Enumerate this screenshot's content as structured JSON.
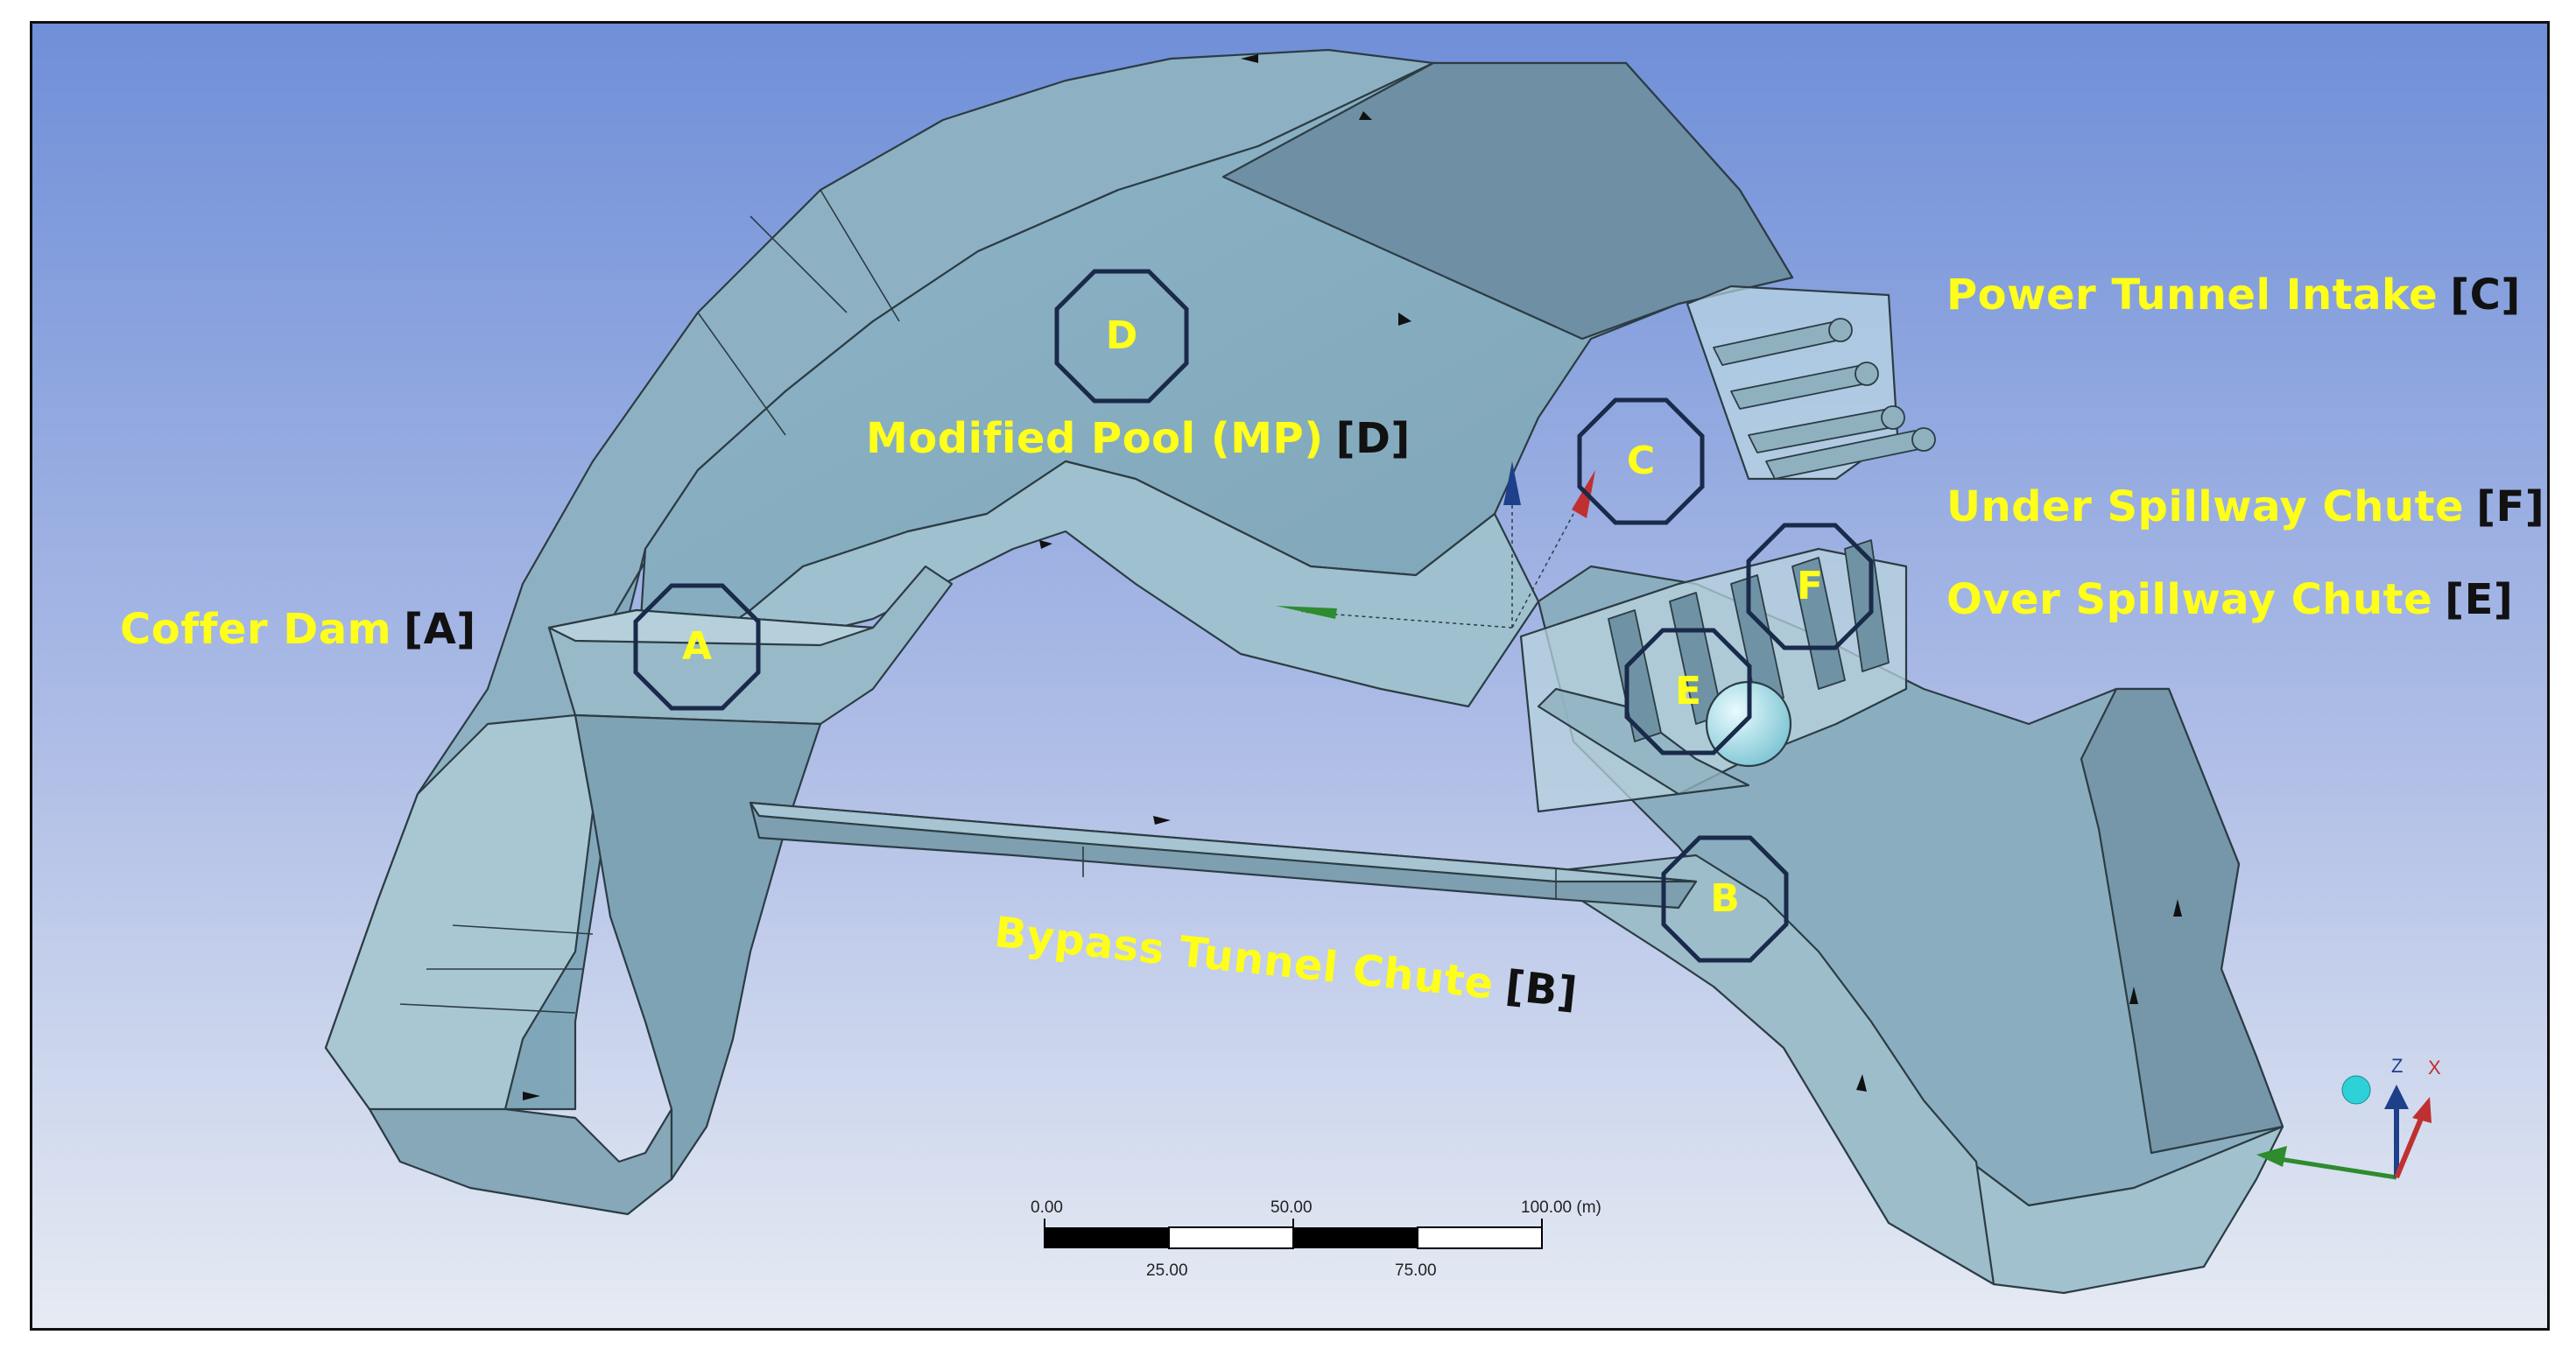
{
  "labels": {
    "coffer_dam": {
      "text": "Coffer Dam",
      "tag": "[A]"
    },
    "modified_pool": {
      "text": "Modified Pool (MP)",
      "tag": "[D]"
    },
    "power_tunnel": {
      "text": "Power Tunnel Intake",
      "tag": "[C]"
    },
    "under_spillway": {
      "text": "Under Spillway Chute",
      "tag": "[F]"
    },
    "over_spillway": {
      "text": "Over Spillway Chute",
      "tag": "[E]"
    },
    "bypass_tunnel": {
      "text": "Bypass Tunnel Chute",
      "tag": "[B]"
    }
  },
  "markers": {
    "A": "A",
    "B": "B",
    "C": "C",
    "D": "D",
    "E": "E",
    "F": "F"
  },
  "scale_bar": {
    "top_ticks": [
      "0.00",
      "50.00",
      "100.00 (m)"
    ],
    "bottom_ticks": [
      "25.00",
      "75.00"
    ]
  },
  "triad": {
    "x": "X",
    "z": "Z"
  },
  "colors": {
    "label": "#ffff1a",
    "marker_outline": "#1a2a4a",
    "model": "#8fb3c2",
    "background_top": "#6f8fd8",
    "background_bottom": "#dfe6f2"
  }
}
